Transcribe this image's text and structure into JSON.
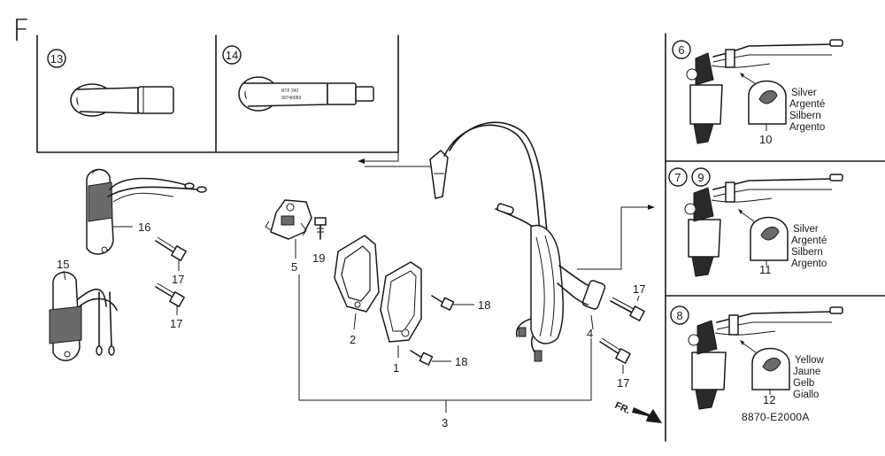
{
  "section_letter": "F",
  "diagram_code": "8870-E2000A",
  "direction_label": "FR.",
  "callouts": {
    "p1": "1",
    "p2": "2",
    "p3": "3",
    "p4": "4",
    "p5": "5",
    "p15": "15",
    "p16": "16",
    "p17a": "17",
    "p17b": "17",
    "p17c": "17",
    "p17d": "17",
    "p18a": "18",
    "p18b": "18",
    "p19": "19"
  },
  "insets": {
    "i13": {
      "number": "13"
    },
    "i14": {
      "number": "14",
      "cap_text_1": "RTF 242",
      "cap_text_2": "30740050"
    }
  },
  "variants": [
    {
      "ref": "6",
      "ref2": "",
      "part": "10",
      "color_lines": [
        "Silver",
        "Argenté",
        "Silbern",
        "Argento"
      ]
    },
    {
      "ref": "7",
      "ref2": "9",
      "part": "11",
      "color_lines": [
        "Silver",
        "Argenté",
        "Silbern",
        "Argento"
      ]
    },
    {
      "ref": "8",
      "ref2": "",
      "part": "12",
      "color_lines": [
        "Yellow",
        "Jaune",
        "Gelb",
        "Giallo"
      ]
    }
  ]
}
